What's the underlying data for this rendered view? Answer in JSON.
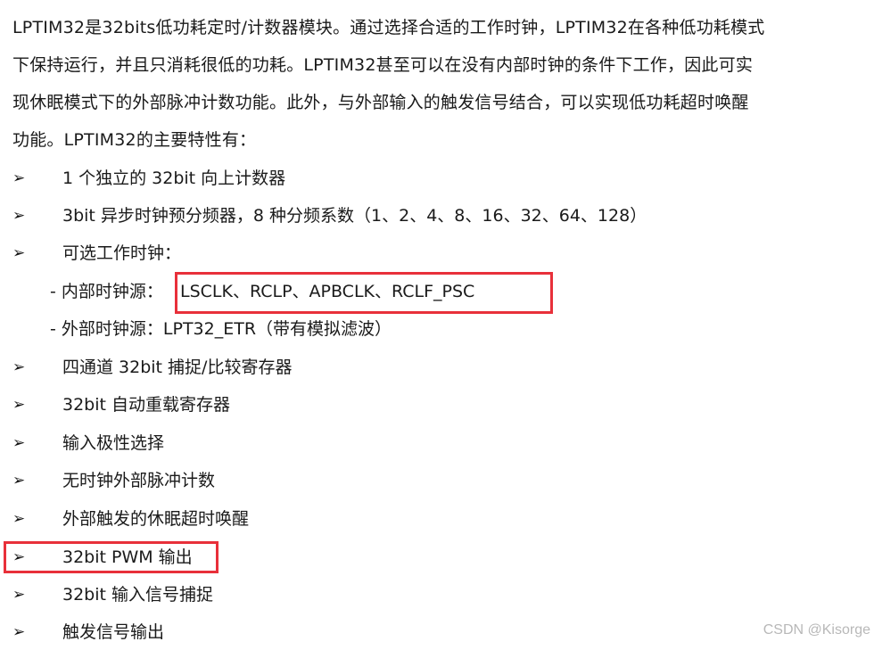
{
  "intro": {
    "lines": [
      "LPTIM32是32bits低功耗定时/计数器模块。通过选择合适的工作时钟，LPTIM32在各种低功耗模式",
      "下保持运行，并且只消耗很低的功耗。LPTIM32甚至可以在没有内部时钟的条件下工作，因此可实",
      "现休眠模式下的外部脉冲计数功能。此外，与外部输入的触发信号结合，可以实现低功耗超时唤醒",
      "功能。LPTIM32的主要特性有："
    ]
  },
  "bullet_marker": "➢",
  "features": [
    "1 个独立的 32bit 向上计数器",
    "3bit 异步时钟预分频器，8 种分频系数（1、2、4、8、16、32、64、128）",
    "可选工作时钟："
  ],
  "clock_sources": {
    "internal_prefix": "- 内部时钟源：",
    "internal_value": "LSCLK、RCLP、APBCLK、RCLF_PSC",
    "external": "- 外部时钟源：LPT32_ETR（带有模拟滤波）"
  },
  "features_more": [
    "四通道 32bit 捕捉/比较寄存器",
    "32bit 自动重载寄存器",
    "输入极性选择",
    "无时钟外部脉冲计数",
    "外部触发的休眠超时唤醒",
    "32bit PWM 输出",
    "32bit 输入信号捕捉",
    "触发信号输出"
  ],
  "highlight_color": "#e8303a",
  "watermark": "CSDN @Kisorge"
}
